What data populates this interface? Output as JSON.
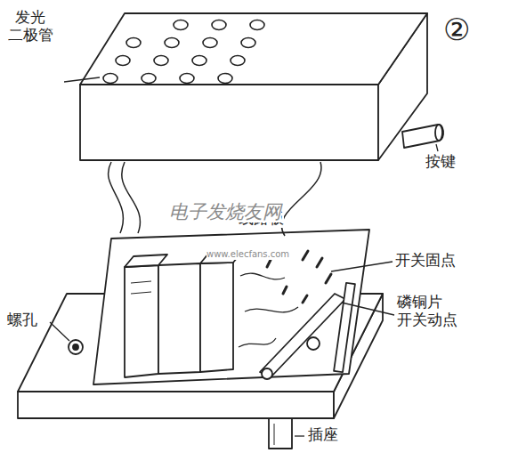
{
  "diagram": {
    "labels": [
      "发光 二极管",
      "②",
      "按键",
      "线路板",
      "开关固点",
      "磷铜片 开关动点",
      "螺孔",
      "插座",
      "电子发烧友网",
      "www.elecfans.com"
    ]
  }
}
